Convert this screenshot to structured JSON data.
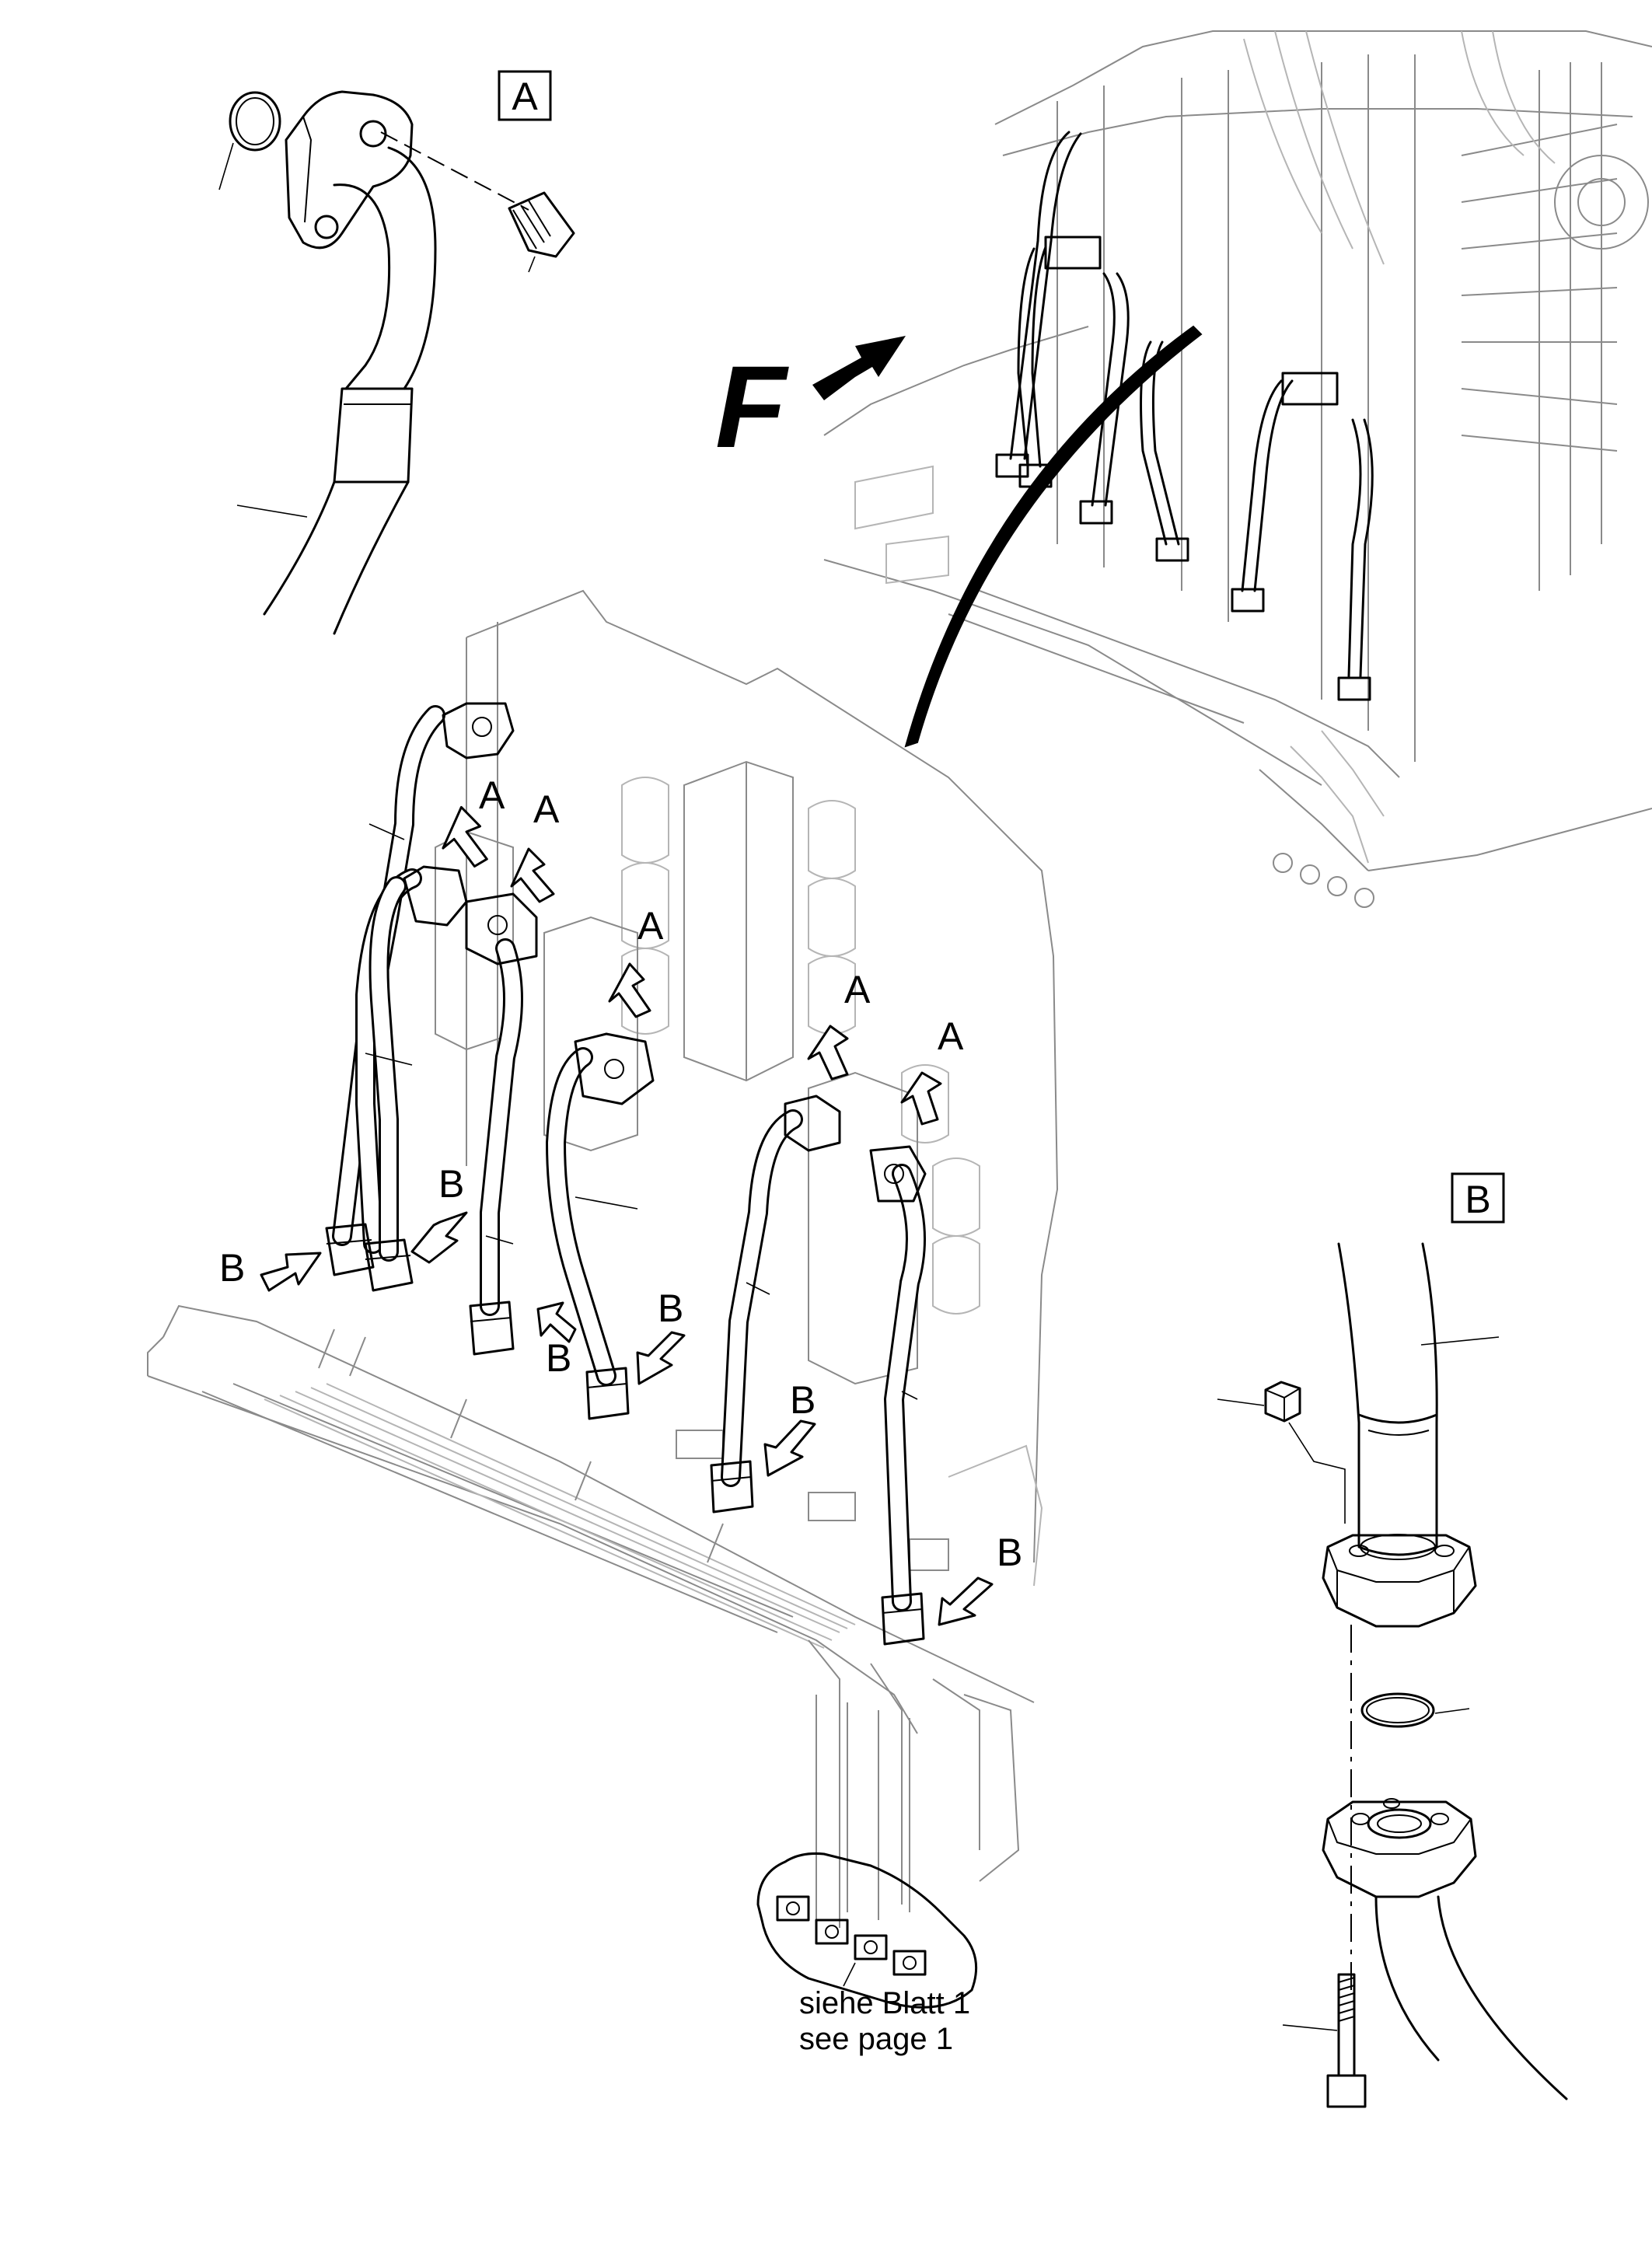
{
  "detail_a": {
    "box_label": "A"
  },
  "detail_b": {
    "box_label": "B"
  },
  "view_direction": {
    "label": "F"
  },
  "callouts": {
    "a1": "A",
    "a2": "A",
    "a3": "A",
    "a4": "A",
    "a5": "A",
    "b1": "B",
    "b2": "B",
    "b3": "B",
    "b4": "B",
    "b5": "B",
    "b6": "B"
  },
  "reference_note": {
    "line1": "siehe Blatt 1",
    "line2": "see page 1"
  }
}
